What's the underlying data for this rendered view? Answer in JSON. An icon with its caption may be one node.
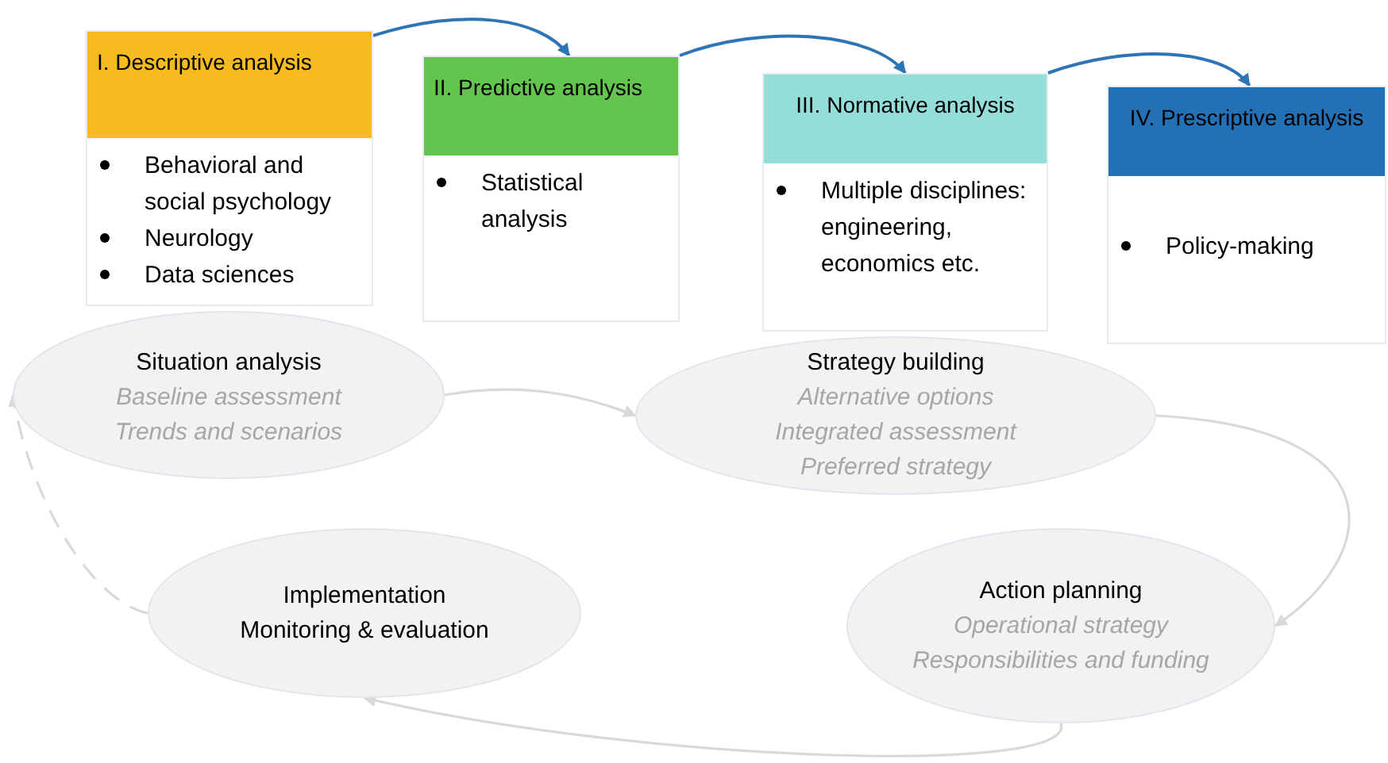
{
  "diagram": {
    "nodes": [
      {
        "text": [
          "I. Descriptive analysis",
          "Behavioral and social psychology",
          "Neurology",
          "Data sciences"
        ]
      },
      {
        "text": [
          "II. Predictive analysis",
          "Statistical analysis"
        ]
      },
      {
        "text": [
          "III. Normative analysis",
          "Multiple disciplines: engineering, economics etc."
        ]
      },
      {
        "text": [
          "IV. Prescriptive analysis",
          "Policy-making"
        ]
      },
      {
        "text": [
          "Situation analysis",
          "Baseline assessment",
          "Trends and scenarios"
        ]
      },
      {
        "text": [
          "Strategy building",
          "Alternative options",
          "Integrated assessment",
          "Preferred strategy"
        ]
      },
      {
        "text": [
          "Action planning",
          "Operational strategy",
          "Responsibilities and funding"
        ]
      },
      {
        "text": [
          "Implementation",
          "Monitoring & evaluation"
        ]
      }
    ],
    "edges": [
      {
        "from": 0,
        "to": 1,
        "arrow": "to",
        "color": "#2e75b6"
      },
      {
        "from": 1,
        "to": 2,
        "arrow": "to",
        "color": "#2e75b6"
      },
      {
        "from": 2,
        "to": 3,
        "arrow": "to",
        "color": "#2e75b6"
      },
      {
        "from": 4,
        "to": 5,
        "arrow": "to"
      },
      {
        "from": 5,
        "to": 6,
        "arrow": "to"
      },
      {
        "from": 6,
        "to": 7,
        "arrow": "to"
      },
      {
        "from": 7,
        "to": 4,
        "arrow": "to",
        "style": "dashed"
      }
    ]
  }
}
